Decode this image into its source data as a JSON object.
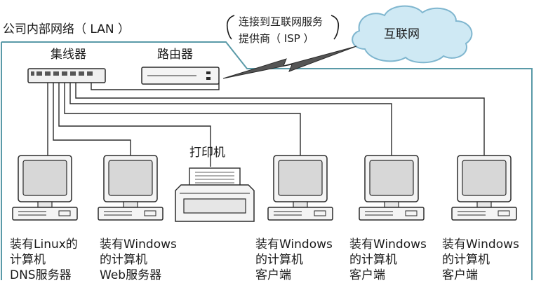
{
  "lan_label": "公司内部网络（ LAN ）",
  "isp_label": {
    "line1": "连接到互联网服务",
    "line2": "提供商（ ISP ）"
  },
  "internet_label": "互联网",
  "hub_label": "集线器",
  "router_label": "路由器",
  "printer_label": "打印机",
  "computers": [
    {
      "line1": "装有Linux的",
      "line2": "计算机",
      "line3": "DNS服务器"
    },
    {
      "line1": "装有Windows",
      "line2": "的计算机",
      "line3": "Web服务器"
    },
    {
      "line1": "装有Windows",
      "line2": "的计算机",
      "line3": "客户端"
    },
    {
      "line1": "装有Windows",
      "line2": "的计算机",
      "line3": "客户端"
    },
    {
      "line1": "装有Windows",
      "line2": "的计算机",
      "line3": "客户端"
    }
  ],
  "colors": {
    "lan_border": "#5a9aa8",
    "cloud_fill": "#cfe9f4",
    "cloud_stroke": "#7fb6cf",
    "monitor_screen": "#d7d7d7",
    "line": "#2b2b2b"
  }
}
